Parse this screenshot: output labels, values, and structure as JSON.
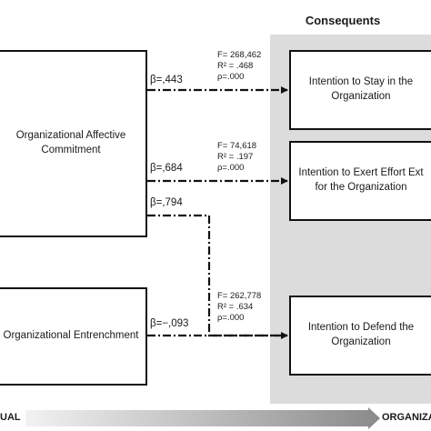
{
  "consequents_title": "Consequents",
  "antecedents": {
    "affective_commitment": [
      "Organizational Affective",
      "Commitment"
    ],
    "entrenchment": [
      "Organizational Entrenchment"
    ]
  },
  "outcomes": {
    "stay": [
      "Intention to Stay in the",
      "Organization"
    ],
    "effort": [
      "Intention to Exert Effort Ext",
      "for the Organization"
    ],
    "defend": [
      "Intention to Defend the",
      "Organization"
    ]
  },
  "paths": {
    "beta_stay": "β=,443",
    "beta_effort": "β=,684",
    "beta_defend_commitment": "β=,794",
    "beta_defend_entrenchment": "β=−,093"
  },
  "model_stats": {
    "stay": {
      "f": "F= 268,462",
      "r2": "R² = .468",
      "p": "ρ=.000"
    },
    "effort": {
      "f": "F= 74,618",
      "r2": "R² = .197",
      "p": "ρ=.000"
    },
    "defend": {
      "f": "F= 262,778",
      "r2": "R² = .634",
      "p": "ρ=.000"
    }
  },
  "axis_bar": {
    "left_label": "UAL",
    "right_label": "ORGANIZA"
  },
  "colors": {
    "panel": "#dcdcdc",
    "line": "#111111"
  }
}
